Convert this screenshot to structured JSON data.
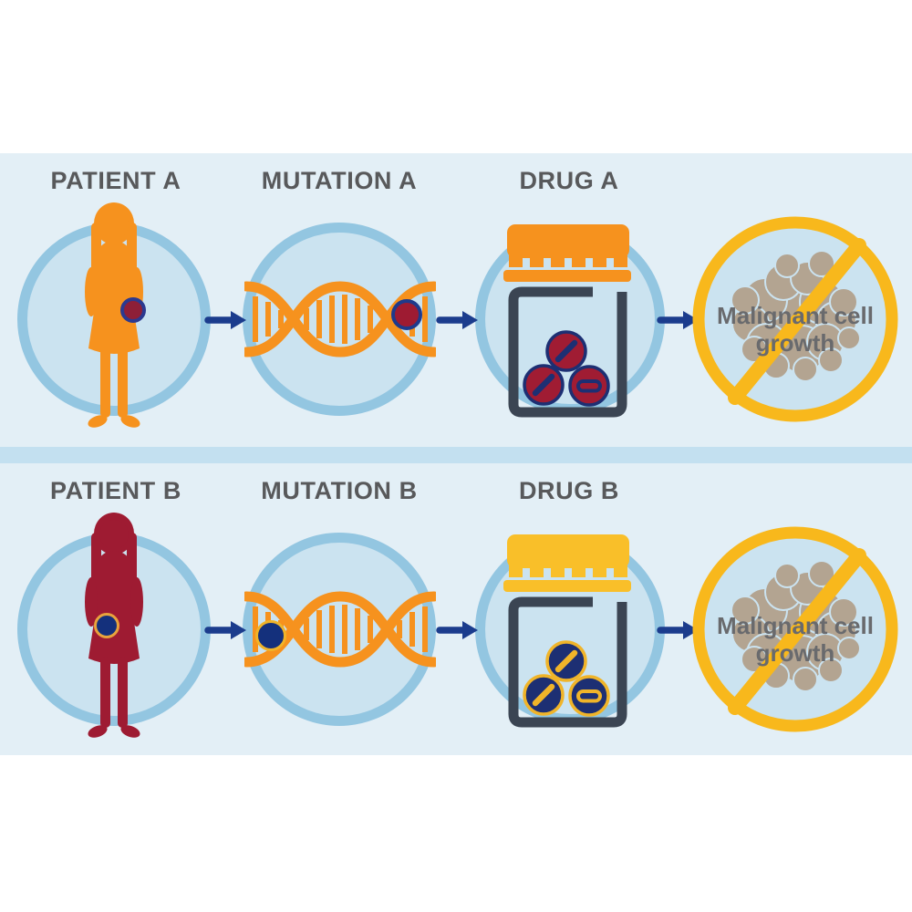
{
  "rows": [
    {
      "patient_label": "PATIENT A",
      "mutation_label": "MUTATION A",
      "drug_label": "DRUG A",
      "result_line1": "Malignant cell",
      "result_line2": "growth",
      "palette": {
        "figure": "#f6921e",
        "tumor-fill": "#8e1f38",
        "tumor-ring": "#2b3990",
        "mut-fill": "#9e1b32",
        "mut-ring": "#1e3a8c",
        "cap": "#f6921e",
        "pill": "#a01c33",
        "pill-detail": "#1d2f73"
      }
    },
    {
      "patient_label": "PATIENT B",
      "mutation_label": "MUTATION B",
      "drug_label": "DRUG B",
      "result_line1": "Malignant cell",
      "result_line2": "growth",
      "palette": {
        "figure": "#9e1b32",
        "tumor-fill": "#14307c",
        "tumor-ring": "#e8a33d",
        "mut-fill": "#14307c",
        "mut-ring": "#f0b429",
        "cap": "#f9bf29",
        "pill": "#1d2f73",
        "pill-detail": "#f0b429"
      }
    }
  ],
  "colors": {
    "band": "#e3eff6",
    "separator": "#c3e0f0",
    "circle-ring": "#93c6e1",
    "circle-fill": "#cbe3f0",
    "dna": "#f6921e",
    "arrow": "#1b3c8d",
    "jar": "#3b4553",
    "label-text": "#58595b",
    "no-ring": "#f8b81c",
    "cluster": "#b3a491",
    "result-text": "#696a6d"
  }
}
